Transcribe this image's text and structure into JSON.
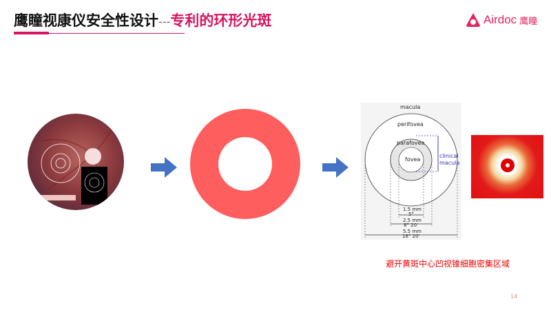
{
  "header": {
    "title_main": "鹰瞳视康仪安全性设计",
    "title_dash": "---",
    "title_accent": "专利的环形光斑",
    "logo_text": "Airdoc",
    "logo_cn": "鹰瞳",
    "accent_color": "#d6145f"
  },
  "diagram": {
    "macula": "macula",
    "perifovea": "perifovea",
    "parafovea": "parafovea",
    "fovea": "fovea",
    "clinical": "clinical",
    "clinical2": "macula",
    "d1mm": "1.5 mm",
    "d1deg": "5°",
    "d2mm": "2.5 mm",
    "d2deg": "8° 20'",
    "d3mm": "5.5 mm",
    "d3deg": "18° 20'"
  },
  "caption": "避开黄斑中心凹视锥细胞密集区域",
  "page_number": "14",
  "colors": {
    "ring": "#fe5e5e",
    "arrow": "#4472c4",
    "caption": "#ee0000"
  }
}
